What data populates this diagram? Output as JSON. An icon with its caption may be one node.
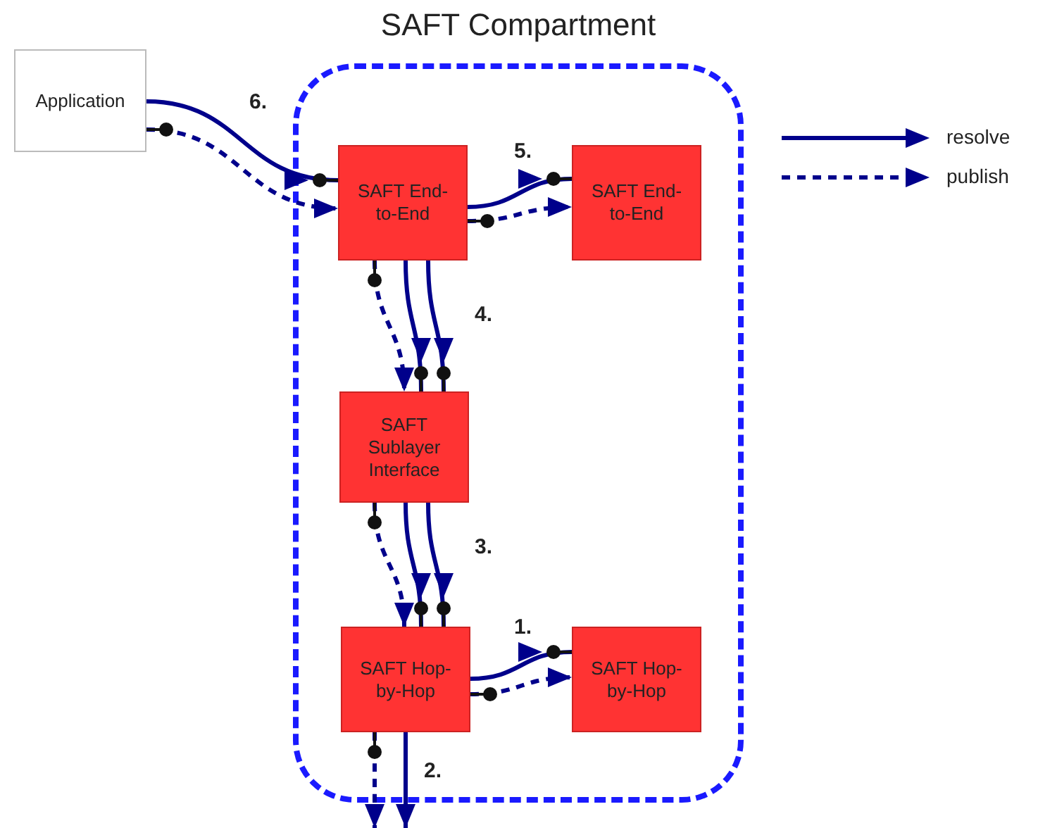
{
  "diagram": {
    "nodes": [
      {
        "text": [
          "SAFT Compartment"
        ]
      },
      {
        "text": [
          "Application"
        ]
      },
      {
        "text": [
          "SAFT End-to-End"
        ],
        "in": 0
      },
      {
        "text": [
          "SAFT End-to-End"
        ],
        "in": 0
      },
      {
        "text": [
          "SAFT Sublayer Interface"
        ],
        "in": 0
      },
      {
        "text": [
          "SAFT Hop-by-Hop"
        ],
        "in": 0
      },
      {
        "text": [
          "SAFT Hop-by-Hop"
        ],
        "in": 0
      }
    ],
    "edges": [
      {
        "from": 1,
        "to": 2,
        "arrow": "to",
        "label": "6."
      },
      {
        "from": 1,
        "to": 2,
        "arrow": "to",
        "style": "dashed"
      },
      {
        "from": 2,
        "to": 3,
        "arrow": "to",
        "label": "5."
      },
      {
        "from": 2,
        "to": 3,
        "arrow": "to",
        "style": "dashed"
      },
      {
        "from": 2,
        "to": 4,
        "arrow": "to",
        "style": "dashed"
      },
      {
        "from": 2,
        "to": 4,
        "arrow": "to"
      },
      {
        "from": 2,
        "to": 4,
        "arrow": "to",
        "label": "4."
      },
      {
        "from": 4,
        "to": 5,
        "arrow": "to",
        "style": "dashed"
      },
      {
        "from": 4,
        "to": 5,
        "arrow": "to"
      },
      {
        "from": 4,
        "to": 5,
        "arrow": "to",
        "label": "3."
      },
      {
        "from": 5,
        "to": 6,
        "arrow": "to",
        "label": "1."
      },
      {
        "from": 5,
        "to": 6,
        "arrow": "to",
        "style": "dashed"
      },
      {
        "from": 5,
        "to": null,
        "arrow": "to",
        "style": "dashed"
      },
      {
        "from": 5,
        "to": null,
        "arrow": "to",
        "label": "2."
      }
    ],
    "legend": [
      {
        "text": "resolve"
      },
      {
        "text": "publish"
      }
    ]
  }
}
